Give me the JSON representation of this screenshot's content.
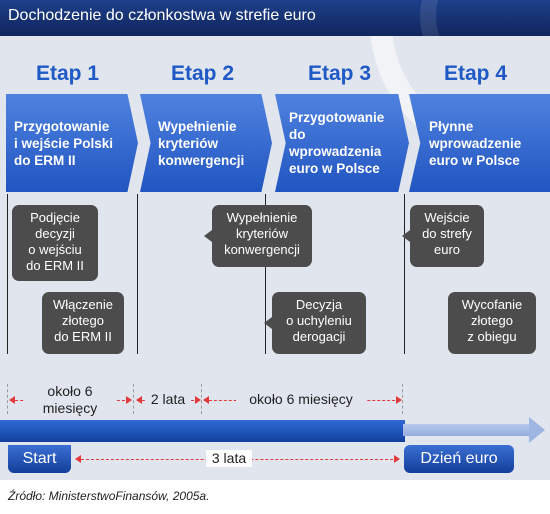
{
  "title": "Dochodzenie do członkostwa w strefie euro",
  "stages": [
    {
      "label": "Etap 1",
      "box_lines": [
        "Przygotowanie",
        "i wejście Polski",
        "do ERM II"
      ]
    },
    {
      "label": "Etap 2",
      "box_lines": [
        "Wypełnienie",
        "kryteriów",
        "konwergencji"
      ]
    },
    {
      "label": "Etap 3",
      "box_lines": [
        "Przygotowanie",
        "do",
        "wprowadzenia",
        "euro w Polsce"
      ]
    },
    {
      "label": "Etap 4",
      "box_lines": [
        "Płynne",
        "wprowadzenie",
        "euro w Polsce"
      ]
    }
  ],
  "callouts": [
    {
      "lines": [
        "Podjęcie",
        "decyzji",
        "o wejściu",
        "do ERM II"
      ]
    },
    {
      "lines": [
        "Włączenie",
        "złotego",
        "do ERM II"
      ]
    },
    {
      "lines": [
        "Wypełnienie",
        "kryteriów",
        "konwergencji"
      ]
    },
    {
      "lines": [
        "Decyzja",
        "o uchyleniu",
        "derogacji"
      ]
    },
    {
      "lines": [
        "Wejście",
        "do strefy",
        "euro"
      ]
    },
    {
      "lines": [
        "Wycofanie",
        "złotego",
        "z obiegu"
      ]
    }
  ],
  "durations": {
    "d1": [
      "około 6",
      "miesięcy"
    ],
    "d2": "2 lata",
    "d3": "około 6 miesięcy",
    "total": "3 lata"
  },
  "timeline": {
    "start": "Start",
    "end": "Dzień euro"
  },
  "source": "Źródło: MinisterstwoFinansów, 2005a.",
  "colors": {
    "stage_text": "#1f59c5",
    "box": "#2e63cf",
    "callout": "#4c4c4c",
    "header": "#17336f",
    "dash": "#e23a3a"
  }
}
